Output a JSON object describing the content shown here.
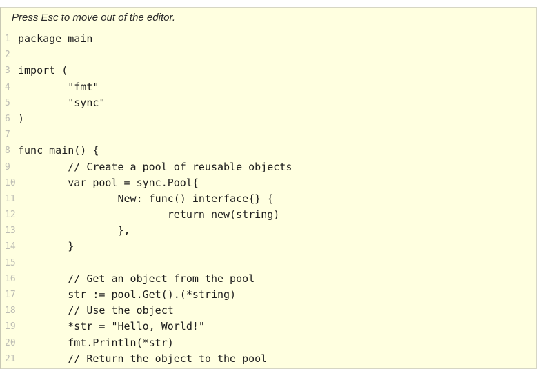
{
  "editor": {
    "hint": "Press Esc to move out of the editor.",
    "lines": [
      {
        "n": "1",
        "text": "package main"
      },
      {
        "n": "2",
        "text": ""
      },
      {
        "n": "3",
        "text": "import ("
      },
      {
        "n": "4",
        "text": "        \"fmt\""
      },
      {
        "n": "5",
        "text": "        \"sync\""
      },
      {
        "n": "6",
        "text": ")"
      },
      {
        "n": "7",
        "text": ""
      },
      {
        "n": "8",
        "text": "func main() {"
      },
      {
        "n": "9",
        "text": "        // Create a pool of reusable objects"
      },
      {
        "n": "10",
        "text": "        var pool = sync.Pool{"
      },
      {
        "n": "11",
        "text": "                New: func() interface{} {"
      },
      {
        "n": "12",
        "text": "                        return new(string)"
      },
      {
        "n": "13",
        "text": "                },"
      },
      {
        "n": "14",
        "text": "        }"
      },
      {
        "n": "15",
        "text": ""
      },
      {
        "n": "16",
        "text": "        // Get an object from the pool"
      },
      {
        "n": "17",
        "text": "        str := pool.Get().(*string)"
      },
      {
        "n": "18",
        "text": "        // Use the object"
      },
      {
        "n": "19",
        "text": "        *str = \"Hello, World!\""
      },
      {
        "n": "20",
        "text": "        fmt.Println(*str)"
      },
      {
        "n": "21",
        "text": "        // Return the object to the pool"
      }
    ]
  }
}
